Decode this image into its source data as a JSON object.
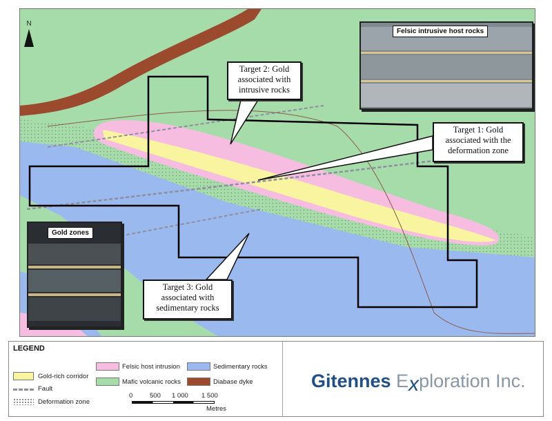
{
  "map": {
    "north_label": "N",
    "callouts": {
      "target2": {
        "line1": "Target 2: Gold",
        "line2": "associated with",
        "line3": "intrusive rocks"
      },
      "target1": {
        "line1": "Target 1: Gold",
        "line2": "associated with the",
        "line3": "deformation zone"
      },
      "target3": {
        "line1": "Target 3: Gold",
        "line2": "associated with",
        "line3": "sedimentary rocks"
      }
    },
    "photos": {
      "felsic": {
        "title": "Felsic intrusive host rocks"
      },
      "gold": {
        "title": "Gold zones"
      }
    },
    "colors": {
      "mafic": "#a6dcaa",
      "sedimentary": "#9ab9ee",
      "felsic": "#f7bde0",
      "gold_corridor": "#f8f4a0",
      "diabase": "#9c4a2e",
      "claim_outline": "#000000"
    }
  },
  "legend": {
    "title": "LEGEND",
    "items": {
      "felsic": "Felsic host intrusion",
      "sedimentary": "Sedimentary rocks",
      "gold_corridor": "Gold-rich corridor",
      "mafic": "Mafic volcanic rocks",
      "diabase": "Diabase dyke",
      "fault": "Fault",
      "deformation": "Deformation zone"
    },
    "scale": {
      "t0": "0",
      "t1": "500",
      "t2": "1 000",
      "t3": "1 500",
      "unit": "Metres"
    }
  },
  "company": {
    "part1": "Gitennes",
    "part2": "E",
    "part3": "x",
    "part4": "ploration Inc."
  }
}
